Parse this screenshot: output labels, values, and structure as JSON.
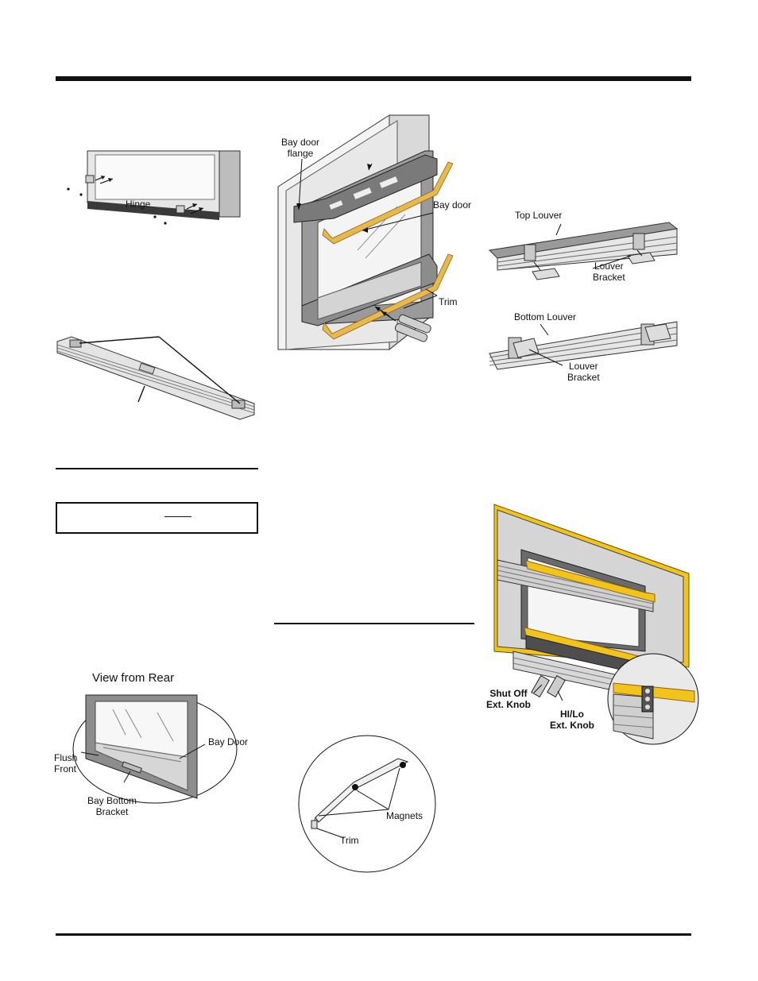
{
  "figures": {
    "hinge": {
      "hinge_label": "Hinge"
    },
    "bay_door": {
      "bay_door_flange_label": "Bay door\nflange",
      "bay_door_label": "Bay door",
      "trim_label": "Trim"
    },
    "louvers": {
      "top_louver_label": "Top Louver",
      "top_bracket_label": "Louver\nBracket",
      "bottom_louver_label": "Bottom Louver",
      "bottom_bracket_label": "Louver\nBracket"
    },
    "rear_view": {
      "title": "View from Rear",
      "bay_door_label": "Bay Door",
      "flush_front_label": "Flush\nFront",
      "bay_bottom_bracket_label": "Bay Bottom\nBracket"
    },
    "magnets": {
      "magnets_label": "Magnets",
      "trim_label": "Trim"
    },
    "installed_unit": {
      "shut_off_label": "Shut Off\nExt. Knob",
      "hi_lo_label": "HI/Lo\nExt. Knob"
    }
  },
  "colors": {
    "rule": "#111111",
    "trim_gold": "#e8b84a",
    "trim_gold_light": "#f6dca0",
    "frame_gray": "#8a8a8a",
    "panel_gray": "#c8c8c8",
    "dark_gray": "#555555",
    "yellow_border": "#f2c41b"
  }
}
